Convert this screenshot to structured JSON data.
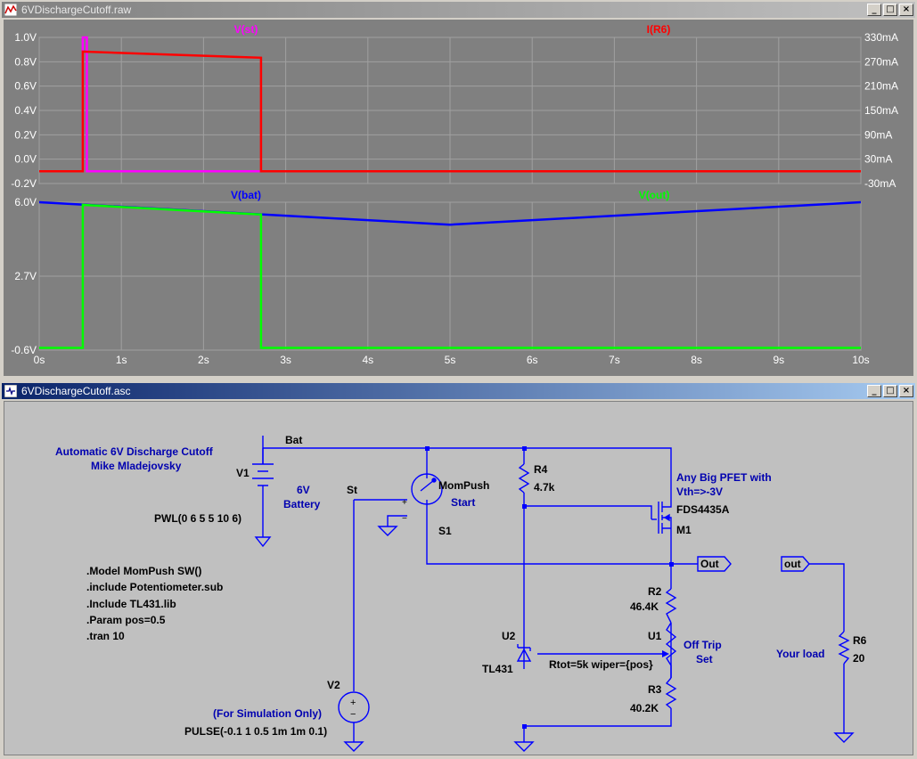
{
  "plot_window": {
    "title": "6VDischargeCutoff.raw",
    "buttons": {
      "minimize": "_",
      "maximize": "□",
      "close": "×"
    }
  },
  "schematic_window": {
    "title": "6VDischargeCutoff.asc",
    "buttons": {
      "minimize": "_",
      "maximize": "□",
      "close": "×"
    }
  },
  "chart_data": [
    {
      "type": "line",
      "panel": "top",
      "x_range": [
        0,
        10
      ],
      "x_unit": "s",
      "y_left_range": [
        -0.2,
        1.0
      ],
      "y_left_ticks": [
        "1.0V",
        "0.8V",
        "0.6V",
        "0.4V",
        "0.2V",
        "0.0V",
        "-0.2V"
      ],
      "y_left_values": [
        1.0,
        0.8,
        0.6,
        0.4,
        0.2,
        0.0,
        -0.2
      ],
      "y_right_range": [
        -30,
        330
      ],
      "y_right_ticks": [
        "330mA",
        "270mA",
        "210mA",
        "150mA",
        "90mA",
        "30mA",
        "-30mA"
      ],
      "y_right_values": [
        330,
        270,
        210,
        150,
        90,
        30,
        -30
      ],
      "grid": true,
      "series": [
        {
          "name": "V(st)",
          "axis": "left",
          "color": "#ff00ff",
          "x": [
            0,
            0.53,
            0.53,
            0.58,
            0.58,
            2.7,
            2.7,
            10
          ],
          "y": [
            -0.1,
            -0.1,
            1.0,
            1.0,
            -0.1,
            -0.1,
            -0.1,
            -0.1
          ]
        },
        {
          "name": "I(R6)",
          "axis": "right",
          "color": "#ff0000",
          "x": [
            0,
            0.53,
            0.53,
            2.7,
            2.7,
            10
          ],
          "y": [
            0,
            0,
            295,
            280,
            0,
            0
          ]
        }
      ]
    },
    {
      "type": "line",
      "panel": "bottom",
      "x_range": [
        0,
        10
      ],
      "x_unit": "s",
      "x_ticks": [
        "0s",
        "1s",
        "2s",
        "3s",
        "4s",
        "5s",
        "6s",
        "7s",
        "8s",
        "9s",
        "10s"
      ],
      "x_values": [
        0,
        1,
        2,
        3,
        4,
        5,
        6,
        7,
        8,
        9,
        10
      ],
      "y_range": [
        -0.6,
        6.0
      ],
      "y_ticks": [
        "6.0V",
        "2.7V",
        "-0.6V"
      ],
      "y_values": [
        6.0,
        2.7,
        -0.6
      ],
      "grid": true,
      "series": [
        {
          "name": "V(bat)",
          "color": "#0000ff",
          "x": [
            0,
            5,
            10
          ],
          "y": [
            6.0,
            5.0,
            6.0
          ]
        },
        {
          "name": "V(out)",
          "color": "#00ff00",
          "x": [
            0,
            0.53,
            0.53,
            2.7,
            2.7,
            10
          ],
          "y": [
            -0.5,
            -0.5,
            5.88,
            5.45,
            -0.5,
            -0.5
          ]
        }
      ]
    }
  ],
  "schematic": {
    "title_line1": "Automatic 6V Discharge Cutoff",
    "title_line2": "Mike Mladejovsky",
    "net_bat": "Bat",
    "net_st": "St",
    "v1_name": "V1",
    "v1_value": "PWL(0 6 5 5 10 6)",
    "battery_l1": "6V",
    "battery_l2": "Battery",
    "s1_model": "MomPush",
    "s1_name": "S1",
    "start_label": "Start",
    "r4_name": "R4",
    "r4_value": "4.7k",
    "pfet_l1": "Any Big PFET with",
    "pfet_l2": "Vth=>-3V",
    "m1_model": "FDS4435A",
    "m1_name": "M1",
    "out_label": "Out",
    "out_label2": "out",
    "r2_name": "R2",
    "r2_value": "46.4K",
    "u1_name": "U1",
    "offtrip_l1": "Off Trip",
    "offtrip_l2": "Set",
    "u2_name": "U2",
    "u2_model": "TL431",
    "pot_params": "Rtot=5k wiper={pos}",
    "r3_name": "R3",
    "r3_value": "40.2K",
    "r6_name": "R6",
    "r6_value": "20",
    "load_label": "Your load",
    "v2_name": "V2",
    "v2_note": "(For Simulation Only)",
    "v2_value": "PULSE(-0.1 1 0.5 1m 1m 0.1)",
    "plus": "+",
    "minus": "−",
    "directives": [
      ".Model MomPush SW()",
      ".include Potentiometer.sub",
      ".Include TL431.lib",
      ".Param pos=0.5",
      ".tran 10"
    ]
  }
}
